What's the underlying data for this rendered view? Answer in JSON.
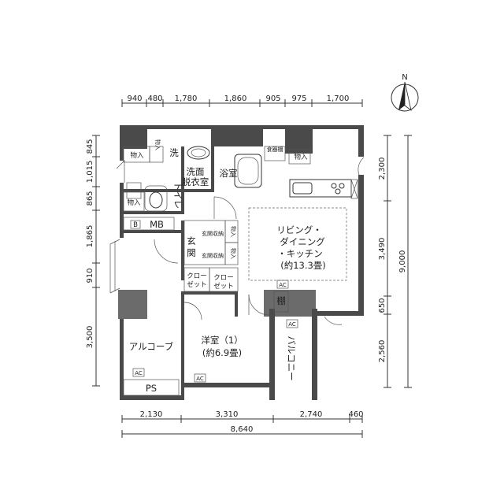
{
  "compass": {
    "label": "N"
  },
  "dimensions": {
    "top": [
      "940",
      "480",
      "1,780",
      "1,860",
      "905",
      "975",
      "1,700"
    ],
    "left": [
      "845",
      "1,015",
      "865",
      "1,865",
      "910",
      "3,500"
    ],
    "right": [
      "2,300",
      "3,490",
      "650",
      "2,560"
    ],
    "right_total": "9,000",
    "bottom": [
      "2,130",
      "3,310",
      "2,740",
      "460"
    ],
    "bottom_total": "8,640"
  },
  "rooms": {
    "ldk_line1": "リビング・",
    "ldk_line2": "ダイニング",
    "ldk_line3": "・キッチン",
    "ldk_size": "(約13.3畳)",
    "western_name": "洋室（1）",
    "western_size": "(約6.9畳)",
    "alcove": "アルコーブ",
    "bath": "浴室",
    "washroom_line1": "洗面",
    "washroom_line2": "脱衣室",
    "toilet": "トイレ",
    "entrance_line1": "玄",
    "entrance_line2": "関",
    "balcony": "バルコニー",
    "closet_a_line1": "クロー",
    "closet_a_line2": "ゼット",
    "closet_b_line1": "クロー",
    "closet_b_line2": "ゼット"
  },
  "labels": {
    "storage": "物入",
    "wash": "洗",
    "cupboard": "食器棚",
    "genkan_storage": "玄関収納",
    "shelf": "棚",
    "ac": "AC",
    "ps": "PS",
    "mb": "MB",
    "b": "B"
  }
}
